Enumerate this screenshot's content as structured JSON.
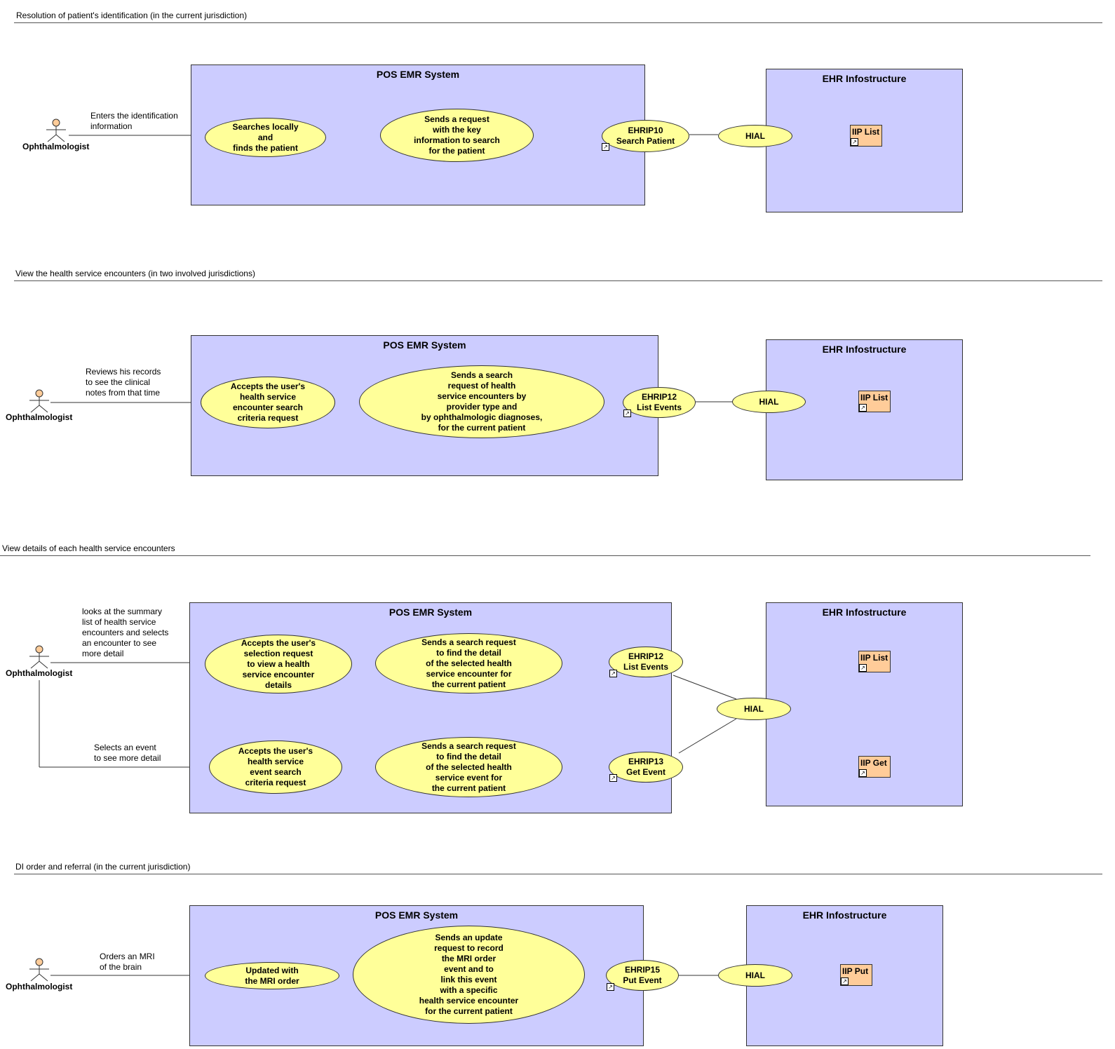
{
  "sections": [
    {
      "title": "Resolution of patient's identification (in the current jurisdiction)",
      "actor": "Ophthalmologist",
      "action_note": "Enters the identification\ninformation",
      "pos_box_title": "POS EMR System",
      "ehr_box_title": "EHR Infostructure",
      "uc_local": "Searches locally\nand\nfinds the patient",
      "uc_request": "Sends a request\nwith the key\ninformation to search\nfor the patient",
      "uc_interaction": "EHRIP10\nSearch Patient",
      "hial": "HIAL",
      "iip": "IIP List"
    },
    {
      "title": "View the health service encounters (in two involved jurisdictions)",
      "actor": "Ophthalmologist",
      "action_note": "Reviews his records\nto see the clinical\nnotes from that time",
      "pos_box_title": "POS EMR System",
      "ehr_box_title": "EHR Infostructure",
      "uc_local": "Accepts the user's\nhealth service\nencounter search\ncriteria request",
      "uc_request": "Sends a search\nrequest of health\nservice encounters by\nprovider type and\nby ophthalmologic diagnoses,\nfor the current patient",
      "uc_interaction": "EHRIP12\nList Events",
      "hial": "HIAL",
      "iip": "IIP List"
    },
    {
      "title": "View details of each health service encounters",
      "actor": "Ophthalmologist",
      "action_note": "looks at the summary\nlist of health service\nencounters and selects\nan encounter to see\nmore detail",
      "action_note_2": "Selects an event\nto see more detail",
      "pos_box_title": "POS EMR System",
      "ehr_box_title": "EHR Infostructure",
      "uc_local": "Accepts the user's\nselection request\nto view a health\nservice encounter\ndetails",
      "uc_request": "Sends a search request\nto find the detail\nof the selected health\nservice encounter for\nthe current patient",
      "uc_interaction": "EHRIP12\nList Events",
      "uc_local_2": "Accepts the user's\nhealth service\nevent search\ncriteria request",
      "uc_request_2": "Sends a search request\nto find the detail\nof the selected health\nservice event for\nthe current patient",
      "uc_interaction_2": "EHRIP13\nGet Event",
      "hial": "HIAL",
      "iip": "IIP List",
      "iip_2": "IIP Get"
    },
    {
      "title": "DI order and referral (in the current jurisdiction)",
      "actor": "Ophthalmologist",
      "action_note": "Orders an MRI\nof the brain",
      "pos_box_title": "POS EMR System",
      "ehr_box_title": "EHR Infostructure",
      "uc_local": "Updated with\nthe MRI order",
      "uc_request": "Sends an update\nrequest to record\nthe MRI order\nevent and to\nlink this event\nwith a specific\nhealth service encounter\nfor the current patient",
      "uc_interaction": "EHRIP15\nPut Event",
      "hial": "HIAL",
      "iip": "IIP Put"
    }
  ],
  "colors": {
    "system_box": "#ccccff",
    "use_case": "#ffff99",
    "iip": "#ffcc99",
    "actor_head": "#ffcc99"
  },
  "icons": [
    "actor-stick-figure-icon",
    "link-arrow-icon"
  ]
}
